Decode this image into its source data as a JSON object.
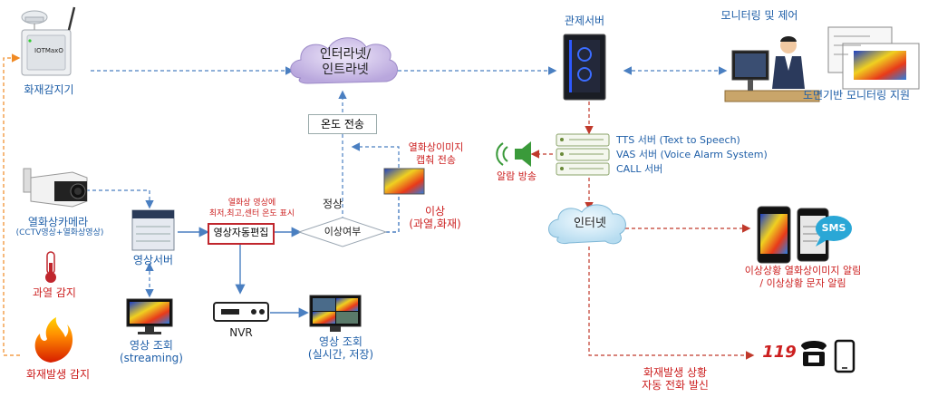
{
  "nodes": {
    "fire_detector": "화재감지기",
    "internet_intranet": "인터라넷/\n인트라넷",
    "control_server": "관제서버",
    "monitor_control": "모니터링 및 제어",
    "floor_plan_support": "도면기반 모니터링 지원",
    "temp_transmit": "온도 전송",
    "thermal_capture_transmit": "열화상이미지\n캡춰 전송",
    "tts_server": "TTS 서버 (Text to Speech)",
    "vas_server": "VAS 서버 (Voice Alarm System)",
    "call_server": "CALL 서버",
    "alarm_broadcast": "알람 방송",
    "thermal_camera": "열화상카메라",
    "thermal_camera_sub": "(CCTV영상+열화상영상)",
    "thermal_display": "열화상 영상에\n최저,최고,센터 온도 표시",
    "auto_edit": "영상자동편집",
    "normal": "정상",
    "anomaly_check": "이상여부",
    "anomaly": "이상\n(과열,화재)",
    "internet": "인터넷",
    "video_server": "영상서버",
    "overheat_detect": "과열 감지",
    "nvr": "NVR",
    "video_view_streaming": "영상 조회\n(streaming)",
    "video_view_live": "영상 조회\n(실시간, 저장)",
    "fire_detect": "화재발생 감지",
    "sms": "SMS",
    "alert_text": "이상상황 열화상이미지 알림\n/ 이상상황 문자 알림",
    "auto_call": "화재발생 상황\n자동 전화 발신",
    "logo_119": "119",
    "tower_brand": "IOTMaxO"
  },
  "colors": {
    "flow_blue": "#4a7fc1",
    "flow_red": "#c0392b",
    "flow_orange": "#f08a24",
    "label_blue": "#1f5fa8",
    "label_red": "#cc1f1f",
    "cloud_fill": "#d4c6ea"
  }
}
